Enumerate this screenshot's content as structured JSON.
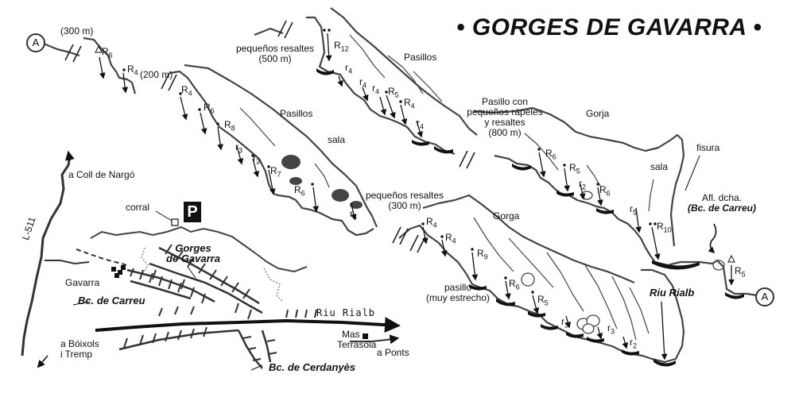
{
  "title": "• GORGES DE GAVARRA •",
  "markers": {
    "a_start": "A",
    "a_end": "A"
  },
  "labels": {
    "len_300_top": "(300 m)",
    "len_200": "(200 m)",
    "pequenos_resaltes_500_l1": "pequeños resaltes",
    "pequenos_resaltes_500_l2": "(500 m)",
    "pasillos_1": "Pasillos",
    "pasillos_2": "Pasillos",
    "sala_1": "sala",
    "pasillo_con_l1": "Pasillo con",
    "pasillo_con_l2": "pequeños rápeles",
    "pasillo_con_l3": "y resaltes",
    "pasillo_con_l4": "(800 m)",
    "gorja": "Gorja",
    "fisura": "fisura",
    "sala_2": "sala",
    "pequenos_resaltes_300_l1": "pequeños resaltes",
    "pequenos_resaltes_300_l2": "(300 m)",
    "gorga": "Gorga",
    "afl_l1": "Afl. dcha.",
    "afl_l2": "(Bc. de Carreu)",
    "pasillo_estrecho_l1": "pasillo",
    "pasillo_estrecho_l2": "(muy estrecho)",
    "riu_rialb_italic": "Riu Rialb"
  },
  "rappels": [
    {
      "t": "R",
      "n": "6"
    },
    {
      "t": "R",
      "n": "4"
    },
    {
      "t": "R",
      "n": "4"
    },
    {
      "t": "R",
      "n": "6"
    },
    {
      "t": "R",
      "n": "8"
    },
    {
      "t": "r",
      "n": "3"
    },
    {
      "t": "r",
      "n": "3"
    },
    {
      "t": "R",
      "n": "7"
    },
    {
      "t": "R",
      "n": "6"
    },
    {
      "t": "r",
      "n": "4"
    },
    {
      "t": "R",
      "n": "12"
    },
    {
      "t": "r",
      "n": "4"
    },
    {
      "t": "r",
      "n": "4"
    },
    {
      "t": "r",
      "n": "4"
    },
    {
      "t": "R",
      "n": "5"
    },
    {
      "t": "R",
      "n": "4"
    },
    {
      "t": "r",
      "n": "4"
    },
    {
      "t": "R",
      "n": "6"
    },
    {
      "t": "R",
      "n": "5"
    },
    {
      "t": "r",
      "n": "2"
    },
    {
      "t": "R",
      "n": "6"
    },
    {
      "t": "r",
      "n": "5"
    },
    {
      "t": "R",
      "n": "10"
    },
    {
      "t": "R",
      "n": "4"
    },
    {
      "t": "R",
      "n": "4"
    },
    {
      "t": "R",
      "n": "9"
    },
    {
      "t": "R",
      "n": "6"
    },
    {
      "t": "R",
      "n": "5"
    },
    {
      "t": "r",
      "n": "3"
    },
    {
      "t": "r",
      "n": "3"
    },
    {
      "t": "r",
      "n": "2"
    },
    {
      "t": "R",
      "n": "5"
    }
  ],
  "map": {
    "coll_de_nargo": "a Coll de Nargó",
    "road": "L-511",
    "corral": "corral",
    "parking": "P",
    "gorges_l1": "Gorges",
    "gorges_l2": "de Gavarra",
    "gavarra": "Gavarra",
    "bc_carreu": "Bc. de Carreu",
    "riu_rialb": "Riu Rialb",
    "mas_terrasola_l1": "Mas",
    "mas_terrasola_l2": "Terrasola",
    "boixols_l1": "a Bóixols",
    "boixols_l2": "i Tremp",
    "ponts": "a Ponts",
    "bc_cerdanyes": "Bc. de Cerdanyès"
  }
}
